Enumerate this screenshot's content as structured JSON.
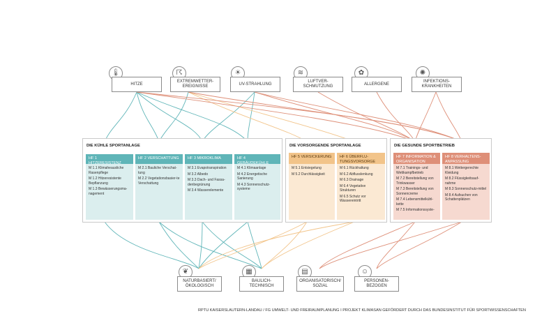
{
  "hazards": [
    {
      "icon": "thermometer-icon",
      "label": "HITZE"
    },
    {
      "icon": "storm-icon",
      "label": "EXTREMWETTER-EREIGNISSE"
    },
    {
      "icon": "sun-icon",
      "label": "UV-STRAHLUNG"
    },
    {
      "icon": "smog-icon",
      "label": "LUFTVER-SCHMUTZUNG"
    },
    {
      "icon": "pollen-icon",
      "label": "ALLERGENE"
    },
    {
      "icon": "virus-icon",
      "label": "INFEKTIONS-KRANKHEITEN"
    }
  ],
  "groups": {
    "cool": {
      "title": "DIE KÜHLE SPORTANLAGE",
      "columns": [
        {
          "header": "HF 1 HITZERESISTENZ",
          "items": [
            "M 1.1 Klimaheausliche Rasenpflege",
            "M 1.2 Hitzeresistente Bepflanzung",
            "M 1.3 Bewässerungsma-nagement"
          ]
        },
        {
          "header": "HF 2 VERSCHATTUNG",
          "items": [
            "M 2.1 Bauliche Verschat-tung",
            "M 2.2 Vegetationsbasier-te Verschattung"
          ]
        },
        {
          "header": "HF 3 MIKROKLIMA",
          "items": [
            "M 3.1 Evapotranspiration",
            "M 3.2 Albedo",
            "M 3.3 Dach- und Fassa-denbegrünung",
            "M 3.4 Wasserelemente"
          ]
        },
        {
          "header": "HF 4 GEBÄUDEKÜHLE",
          "items": [
            "M 4.1 Klimaanlage",
            "M 4.2 Energetische Sanierung",
            "M 4.3 Sonnenschutz-systeme"
          ]
        }
      ]
    },
    "care": {
      "title": "DIE VORSORGENDE SPORTANLAGE",
      "columns": [
        {
          "header": "HF 5 VERSICKERUNG",
          "items": [
            "M 5.1 Entsiegelung",
            "M 5.2 Durchlässigkeit"
          ]
        },
        {
          "header": "HF 6 ÜBERFLU-TUNGSVORSORGE",
          "items": [
            "M 6.1 Rückhaltung",
            "M 6.2 Abflusslenkung",
            "M 6.3 Drainage",
            "M 6.4 Vegetative Strukturen",
            "M 6.5 Schutz vor Wassereintritt"
          ]
        }
      ]
    },
    "healthy": {
      "title": "DIE GESUNDE SPORTBETRIEB",
      "columns": [
        {
          "header": "HF 7 INFORMATION & ORGANISATION",
          "items": [
            "M 7.1 Trainings- und Wettkampfbetrieb",
            "M 7.2 Bereitstellung von Trinkwasser",
            "M 7.3 Bereitstellung von Sonnencreme",
            "M 7.4 Lebensmittelkühl-kette",
            "M 7.5 Informationssyste-"
          ]
        },
        {
          "header": "HF 8 VERHALTENS-ANPASSUNG",
          "items": [
            "M 8.1 Wettergerechte Kleidung",
            "M 8.2 Flüssigkeitsauf-nahme",
            "M 8.3 Sonnenschutz-mittel",
            "M 8.4 Aufsuchen von Schattenplätzen"
          ]
        }
      ]
    }
  },
  "categories": [
    {
      "icon": "leaf-icon",
      "label": "NATURBASIERT/ ÖKOLOGISCH"
    },
    {
      "icon": "building-icon",
      "label": "BAULICH-TECHNISCH"
    },
    {
      "icon": "clipboard-icon",
      "label": "ORGANISATORISCH/ SOZIAL"
    },
    {
      "icon": "people-icon",
      "label": "PERSONEN-BEZOGEN"
    }
  ],
  "footer": "RPTU KAISERSLAUTERN-LANDAU / FG UMWELT- UND FREIRAUMPLANUNG I PROJEKT KLIMASAN GEFÖRDERT DURCH DAS BUNDESINSTITUT FÜR SPORTWISSENSCHAFTEN",
  "colors": {
    "teal": "#5fb5b8",
    "amber": "#f2c48a",
    "salmon": "#de8f78"
  }
}
